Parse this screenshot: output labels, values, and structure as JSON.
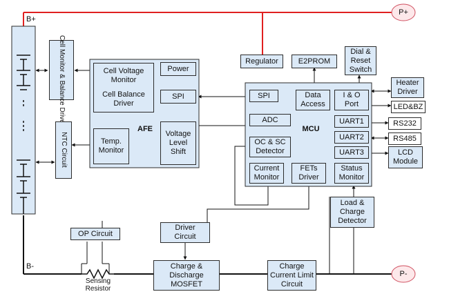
{
  "rails": {
    "b_plus": "B+",
    "b_minus": "B-",
    "p_plus": "P+",
    "p_minus": "P-"
  },
  "side_blocks": {
    "cell_monitor": "Cell Monitor & Balance Driver",
    "ntc_circuit": "NTC Circuit"
  },
  "afe": {
    "title": "AFE",
    "cell_voltage_monitor": [
      "Cell Voltage",
      "Monitor"
    ],
    "cell_balance_driver": [
      "Cell Balance",
      "Driver"
    ],
    "power": "Power",
    "spi": "SPI",
    "temp_monitor": [
      "Temp.",
      "Monitor"
    ],
    "voltage_level_shift": [
      "Voltage",
      "Level",
      "Shift"
    ]
  },
  "mcu": {
    "title": "MCU",
    "spi": "SPI",
    "data_access": [
      "Data",
      "Access"
    ],
    "io_port": [
      "I & O",
      "Port"
    ],
    "adc": "ADC",
    "uart1": "UART1",
    "uart2": "UART2",
    "uart3": "UART3",
    "ocsc_detector": [
      "OC & SC",
      "Detector"
    ],
    "current_monitor": [
      "Current",
      "Monitor"
    ],
    "fets_driver": [
      "FETs",
      "Driver"
    ],
    "status_monitor": [
      "Status",
      "Monitor"
    ]
  },
  "top_blocks": {
    "regulator": "Regulator",
    "e2prom": "E2PROM",
    "dial_reset": [
      "Dial &",
      "Reset",
      "Switch"
    ]
  },
  "right_blocks": {
    "heater_driver": [
      "Heater",
      "Driver"
    ],
    "led_bz": "LED&BZ",
    "rs232": "RS232",
    "rs485": "RS485",
    "lcd_module": [
      "LCD",
      "Module"
    ]
  },
  "bottom_blocks": {
    "load_charge_detector": [
      "Load &",
      "Charge",
      "Detector"
    ],
    "driver_circuit": [
      "Driver",
      "Circuit"
    ],
    "op_circuit": "OP Circuit",
    "charge_discharge_mosfet": [
      "Charge &",
      "Discharge",
      "MOSFET"
    ],
    "charge_current_limit": [
      "Charge",
      "Current Limit",
      "Circuit"
    ],
    "sensing_resistor": [
      "Sensing",
      "Resistor"
    ]
  },
  "colors": {
    "power_line": "#e02020",
    "block_fill": "#dbe9f7",
    "outline": "#2b2b2b",
    "terminal_fill": "#fde8ea"
  }
}
